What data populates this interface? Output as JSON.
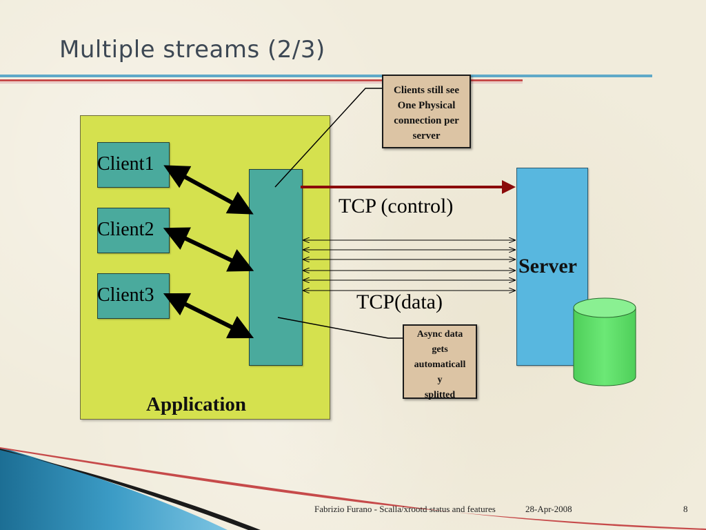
{
  "slide": {
    "title": "Multiple streams (2/3)"
  },
  "diagram": {
    "application_label": "Application",
    "clients": [
      "Client1",
      "Client2",
      "Client3"
    ],
    "server_label": "Server",
    "tcp_control_label": "TCP (control)",
    "tcp_data_label": "TCP(data)",
    "callout_top": [
      "Clients still see",
      "One Physical",
      "connection per",
      "server"
    ],
    "callout_bottom": [
      "Async data",
      "gets",
      "automaticall",
      "y",
      "splitted"
    ]
  },
  "footer": {
    "author": "Fabrizio Furano - Scalla/xrootd status and features",
    "date": "28-Apr-2008",
    "page": "8"
  },
  "colors": {
    "application_box": "#d5e14e",
    "client_box": "#4aaa9d",
    "server_box": "#58b7df",
    "database": "#5fe06a",
    "control_arrow": "#8b0a0a",
    "callout": "#dcc4a4"
  }
}
